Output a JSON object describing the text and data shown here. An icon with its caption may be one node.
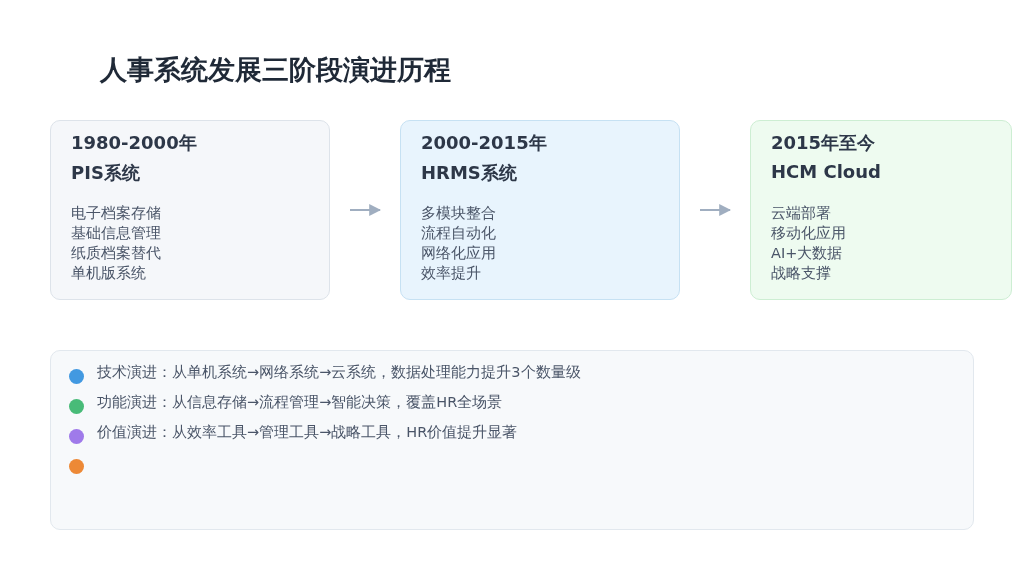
{
  "diagram": {
    "title": "人事系统发展三阶段演进历程",
    "nodes": [
      {
        "text": [
          "1980-2000年",
          "PIS系统",
          "电子档案存储",
          "基础信息管理",
          "纸质档案替代",
          "单机版系统"
        ]
      },
      {
        "text": [
          "2000-2015年",
          "HRMS系统",
          "多模块整合",
          "流程自动化",
          "网络化应用",
          "效率提升"
        ]
      },
      {
        "text": [
          "2015年至今",
          "HCM Cloud",
          "云端部署",
          "移动化应用",
          "AI+大数据",
          "战略支撑"
        ]
      },
      {
        "text": [
          "技术演进：从单机系统→网络系统→云系统，数据处理能力提升3个数量级",
          "功能演进：从信息存储→流程管理→智能决策，覆盖HR全场景",
          "价值演进：从效率工具→管理工具→战略工具，HR价值提升显著"
        ]
      }
    ],
    "edges": [
      {
        "from": 0,
        "to": 1,
        "arrow": "to"
      },
      {
        "from": 1,
        "to": 2,
        "arrow": "to"
      }
    ]
  }
}
